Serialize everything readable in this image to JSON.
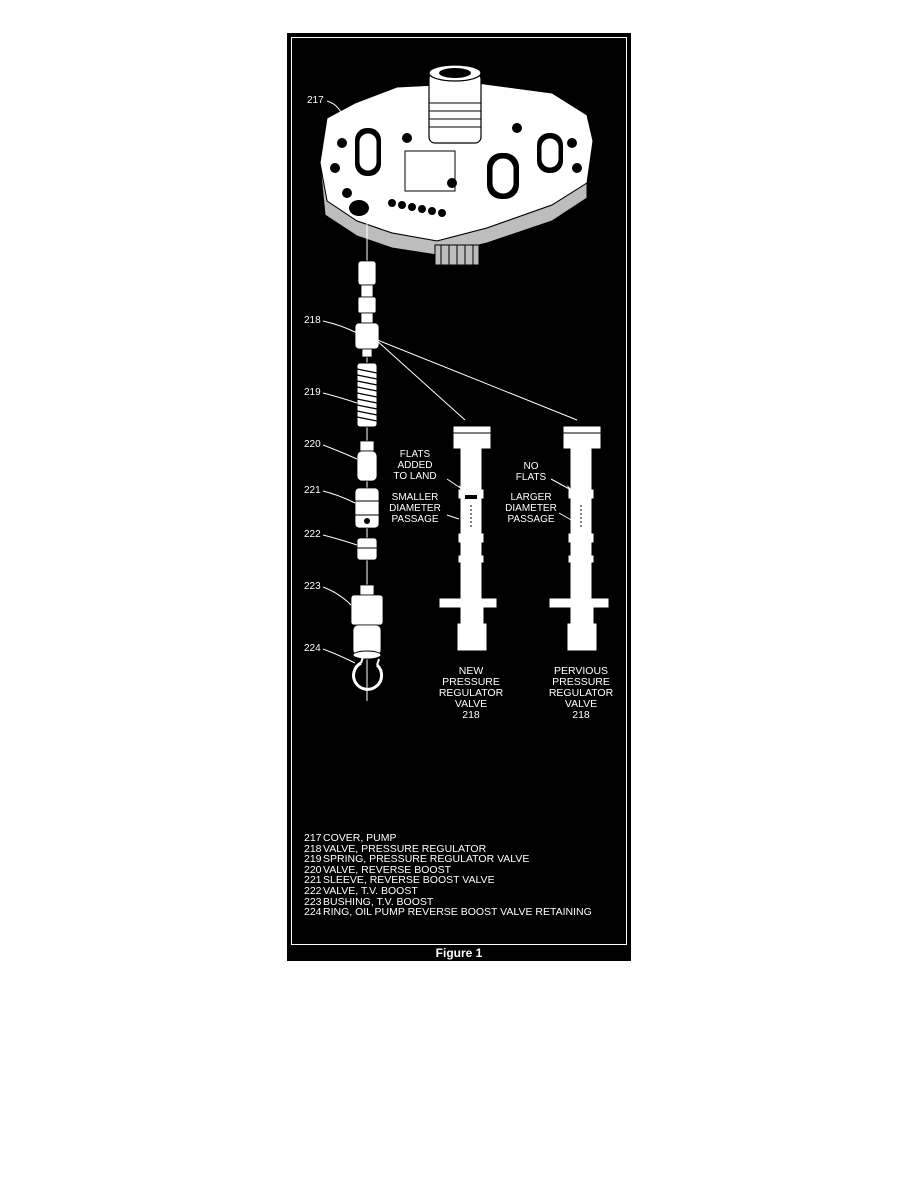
{
  "parts": [
    {
      "num": "217",
      "desc": "COVER, PUMP"
    },
    {
      "num": "218",
      "desc": "VALVE, PRESSURE REGULATOR"
    },
    {
      "num": "219",
      "desc": "SPRING, PRESSURE REGULATOR VALVE"
    },
    {
      "num": "220",
      "desc": "VALVE, REVERSE BOOST"
    },
    {
      "num": "221",
      "desc": "SLEEVE, REVERSE BOOST VALVE"
    },
    {
      "num": "222",
      "desc": "VALVE, T.V. BOOST"
    },
    {
      "num": "223",
      "desc": "BUSHING, T.V. BOOST"
    },
    {
      "num": "224",
      "desc": "RING, OIL PUMP REVERSE BOOST VALVE RETAINING"
    }
  ],
  "annotations": {
    "new_valve": {
      "flats": [
        "FLATS",
        "ADDED",
        "TO LAND"
      ],
      "passage": [
        "SMALLER",
        "DIAMETER",
        "PASSAGE"
      ],
      "caption": [
        "NEW",
        "PRESSURE",
        "REGULATOR",
        "VALVE",
        "218"
      ]
    },
    "previous_valve": {
      "flats": [
        "NO",
        "FLATS"
      ],
      "passage": [
        "LARGER",
        "DIAMETER",
        "PASSAGE"
      ],
      "caption": [
        "PERVIOUS",
        "PRESSURE",
        "REGULATOR",
        "VALVE",
        "218"
      ]
    }
  },
  "figure_caption": "Figure 1",
  "colors": {
    "panel": "#000000",
    "ink": "#ffffff",
    "page": "#ffffff"
  }
}
